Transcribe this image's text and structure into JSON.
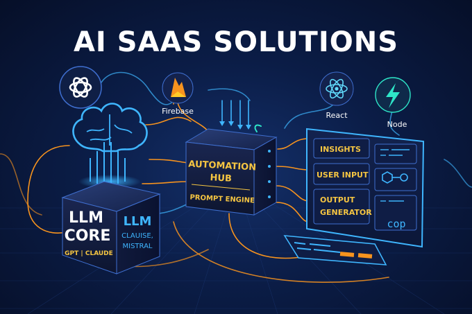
{
  "title": "AI SAAS SOLUTIONS",
  "integrations": {
    "openai": {
      "icon": "openai-logo-icon",
      "label": ""
    },
    "firebase": {
      "icon": "firebase-flame-icon",
      "label": "Firebase"
    },
    "react": {
      "icon": "react-atom-icon",
      "label": "React"
    },
    "node": {
      "icon": "lightning-bolt-icon",
      "label": "Node"
    }
  },
  "llm_core": {
    "title_line1": "LLM",
    "title_line2": "CORE",
    "subtitle": "GPT | CLAUDE",
    "side_title": "LLM",
    "side_line1": "CLAUISE,",
    "side_line2": "MISTRAL"
  },
  "hub": {
    "line1": "AUTOMATION",
    "line2": "HUB",
    "line3": "PROMPT ENGINE"
  },
  "dashboard": {
    "panels": [
      "INSIGHTS",
      "USER INPUT",
      "OUTPUT",
      "GENERATOR"
    ],
    "side_text": "cop"
  },
  "colors": {
    "accent_blue": "#3fb6ff",
    "accent_orange": "#f7931e",
    "accent_yellow": "#f5c542",
    "teal": "#2ee6c8"
  }
}
